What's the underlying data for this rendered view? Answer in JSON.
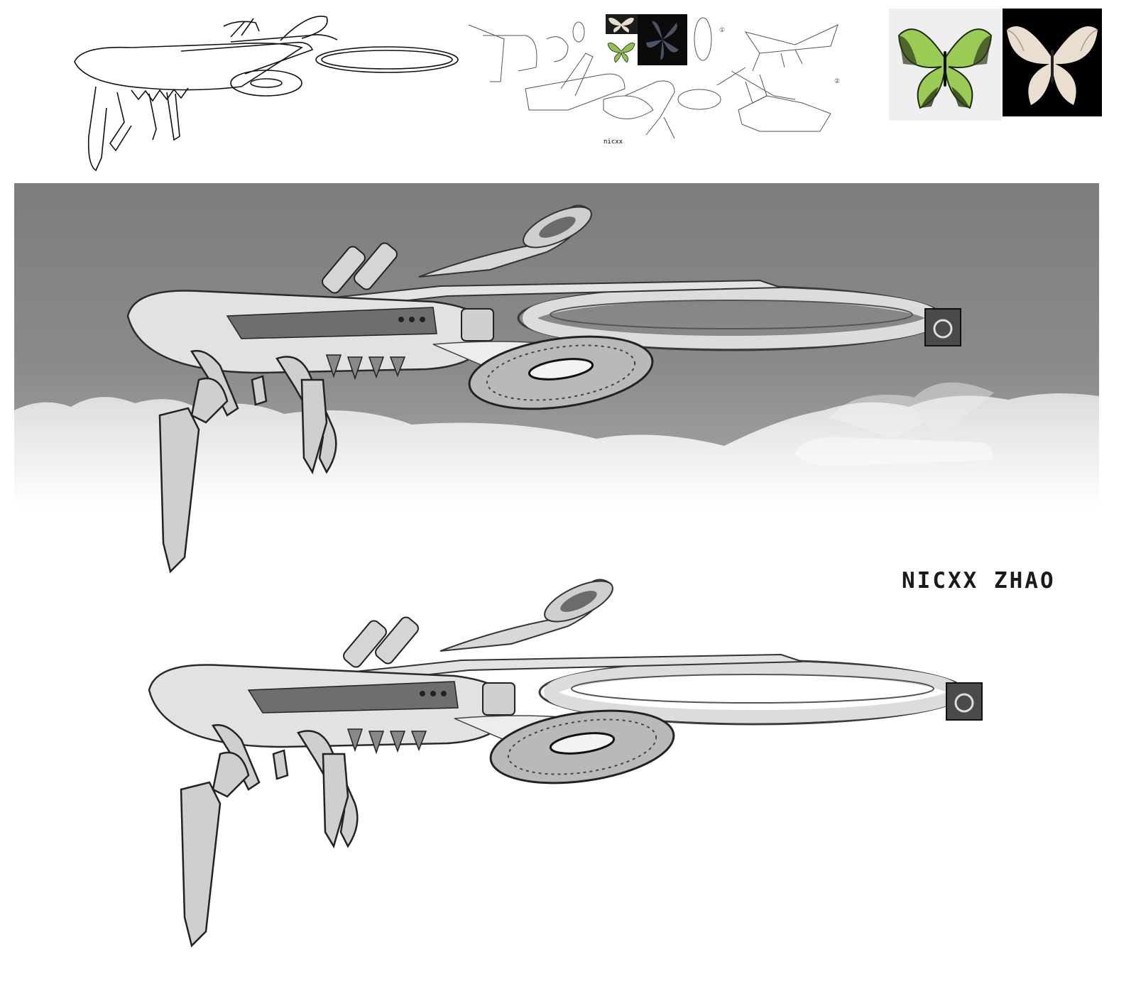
{
  "signature": {
    "text": "NICXX ZHAO"
  },
  "sketch_labels": {
    "mirror_signature": "nicxx"
  },
  "sketch_markers": [
    "①",
    "②"
  ],
  "colors": {
    "sky_top": "#7d7d7d",
    "sky_bottom": "#a9a9a9",
    "cloud": "#f2f2f2",
    "butterfly_green": "#8cc63f",
    "butterfly_pale": "#e8ddd0"
  },
  "icons": [
    "green-butterfly-icon",
    "white-butterfly-icon",
    "robotic-insect-icon"
  ]
}
